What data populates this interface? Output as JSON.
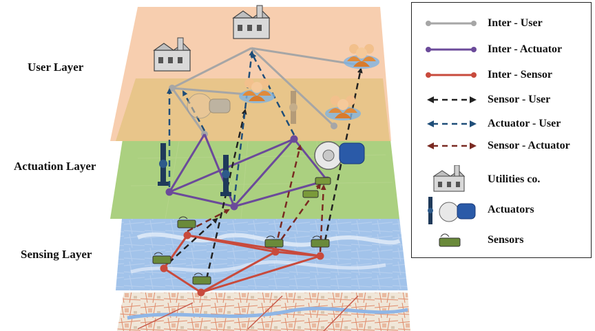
{
  "layers": {
    "user": "User Layer",
    "actuation": "Actuation Layer",
    "sensing": "Sensing Layer"
  },
  "legend": {
    "inter_user": "Inter - User",
    "inter_actuator": "Inter - Actuator",
    "inter_sensor": "Inter - Sensor",
    "sensor_user": "Sensor - User",
    "actuator_user": "Actuator - User",
    "sensor_actuator": "Sensor - Actuator",
    "utilities": "Utilities co.",
    "actuators": "Actuators",
    "sensors": "Sensors"
  },
  "colors": {
    "user_layer": "#f6c9a6",
    "actuation_layer": "#9cc86a",
    "sensing_layer": "#8fb6e6",
    "inter_user": "#a6a6a6",
    "inter_actuator": "#6b4a9a",
    "inter_sensor": "#c84a3c",
    "sensor_user": "#222222",
    "actuator_user": "#1f4e79",
    "sensor_actuator": "#7a2a22"
  },
  "icons": [
    "utilities-building-icon",
    "user-group-icon",
    "valve-actuator-icon",
    "pump-actuator-icon",
    "sensor-device-icon"
  ]
}
